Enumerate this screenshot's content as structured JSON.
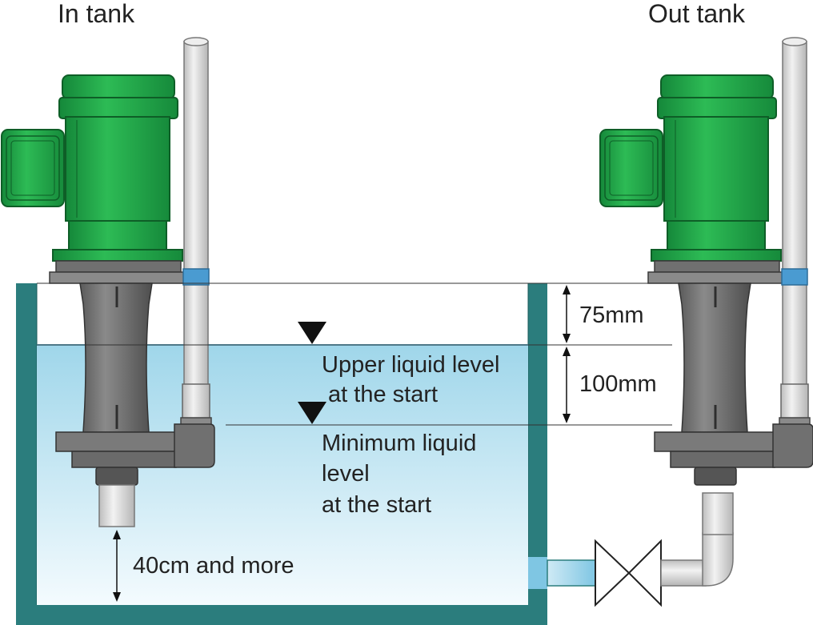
{
  "labels": {
    "in_tank": "In tank",
    "out_tank": "Out tank",
    "dim_75": "75mm",
    "dim_100": "100mm",
    "upper_level_1": "Upper liquid level",
    "upper_level_2": " at the start",
    "min_level_1": "Minimum liquid",
    "min_level_2": "level",
    "min_level_3": "at the start",
    "clearance": "40cm and more"
  },
  "colors": {
    "motor_green": "#22a84a",
    "motor_green_dark": "#127a33",
    "casing_gray": "#6f6f6f",
    "casing_dark": "#4a4a4a",
    "tank_wall": "#2b7d7d",
    "liquid_top": "#9fd6ea",
    "liquid_bottom": "#f2fafd",
    "pipe_light": "#d8d8d8",
    "collar_blue": "#4a9bd1"
  }
}
